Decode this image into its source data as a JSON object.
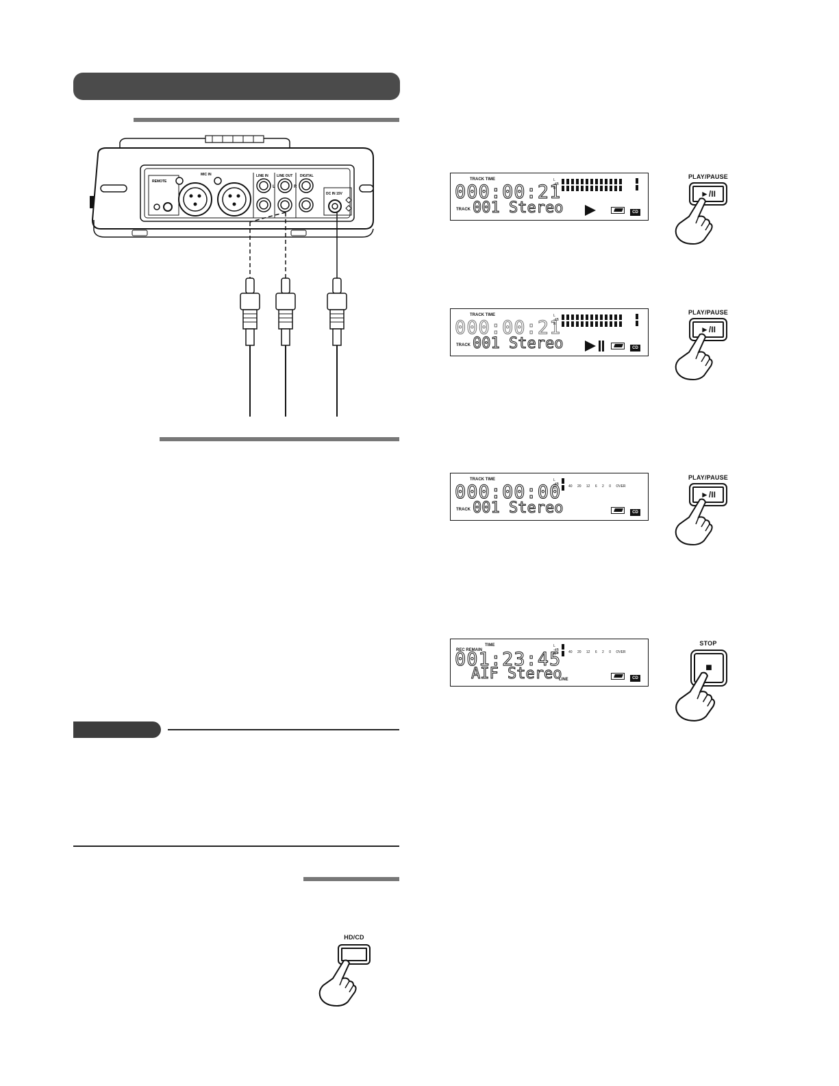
{
  "device_panel": {
    "remote_label": "REMOTE",
    "mic_in_label": "MIC IN",
    "line_in_label": "LINE IN",
    "line_out_label": "LINE OUT",
    "digital_label": "DIGITAL",
    "dc_in_label": "DC IN 15V",
    "channel_l": "L",
    "channel_r": "R"
  },
  "displays": [
    {
      "top_label": "TRACK TIME",
      "time": "000:00:21",
      "track_label": "TRACK",
      "track": "001 Stereo",
      "mode": "play"
    },
    {
      "top_label": "TRACK TIME",
      "time": "000:00:21",
      "track_label": "TRACK",
      "track": "001 Stereo",
      "mode": "pause"
    },
    {
      "top_label": "TRACK TIME",
      "time": "000:00:00",
      "track_label": "TRACK",
      "track": "001 Stereo",
      "mode": "stop"
    },
    {
      "top_label": "TIME",
      "top_label_2": "REC REMAIN",
      "time": "001:23:45",
      "track": "AIF Stereo",
      "source_label": "LINE",
      "mode": "rec"
    }
  ],
  "meter": {
    "channel_l": "L",
    "unit": "-dB",
    "channel_r": "R",
    "ticks": "40 20 12 6 2 0 OVER"
  },
  "battery_icon": "battery-icon",
  "cd_badge": "CD",
  "buttons": {
    "play_pause": {
      "label": "PLAY/PAUSE",
      "glyph": "►/II"
    },
    "stop": {
      "label": "STOP",
      "glyph": "■"
    },
    "hd_cd": {
      "label": "HD/CD"
    }
  }
}
